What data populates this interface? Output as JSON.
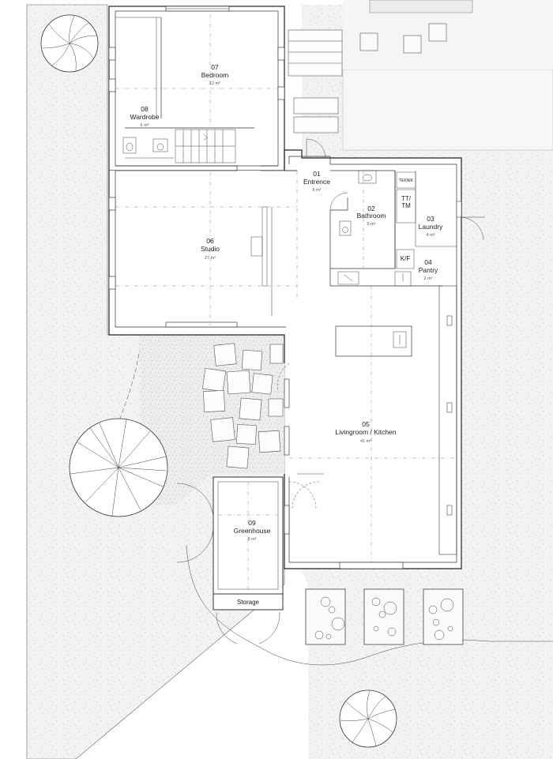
{
  "rooms": [
    {
      "num": "07",
      "name": "Bedroom",
      "area": "12 m²"
    },
    {
      "num": "08",
      "name": "Wardrobe",
      "area": "6 m²"
    },
    {
      "num": "01",
      "name": "Entrence",
      "area": "6 m²"
    },
    {
      "num": "02",
      "name": "Bathroom",
      "area": "5 m²"
    },
    {
      "num": "03",
      "name": "Laundry",
      "area": "4 m²"
    },
    {
      "num": "04",
      "name": "Pantry",
      "area": "2 m²"
    },
    {
      "num": "06",
      "name": "Studio",
      "area": "27 m²"
    },
    {
      "num": "05",
      "name": "Livingroom / Kitchen",
      "area": "41 m²"
    },
    {
      "num": "09",
      "name": "Greenhouse",
      "area": "8 m²"
    }
  ],
  "labels": {
    "teknik": "TEKNIK",
    "tt": "TT/",
    "tm": "TM",
    "kf": "K/F",
    "storage": "Storage"
  }
}
